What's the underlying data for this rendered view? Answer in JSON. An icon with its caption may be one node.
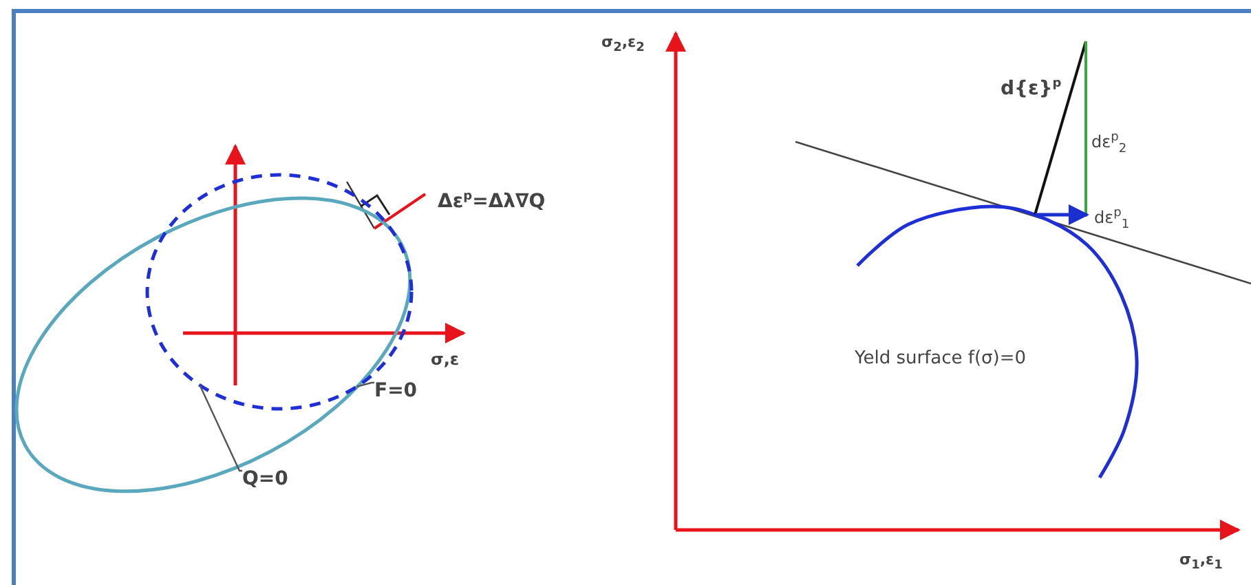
{
  "diagram": {
    "nodes": [
      {
        "text": [
          "F=0"
        ]
      },
      {
        "text": [],
        "shape": "ellipse"
      },
      {
        "text": [
          "Q=0"
        ]
      },
      {
        "text": [],
        "shape": "circle"
      }
    ],
    "edges": [
      {
        "from": 0,
        "to": 1,
        "arrow": "none"
      },
      {
        "from": 2,
        "to": 3,
        "arrow": "none"
      }
    ],
    "labels": [
      "Δε$^{p}$=Δλ∇Q",
      "σ,ε",
      "σ$_{2}$,ε$_{2}$",
      "d{ε}$^{p}$",
      "dε$^{p}$$_{2}$",
      "dε$^{p}$$_{1}$",
      "Yeld surface f(σ)=0",
      "σ$_{1}$,ε$_{1}$"
    ]
  }
}
